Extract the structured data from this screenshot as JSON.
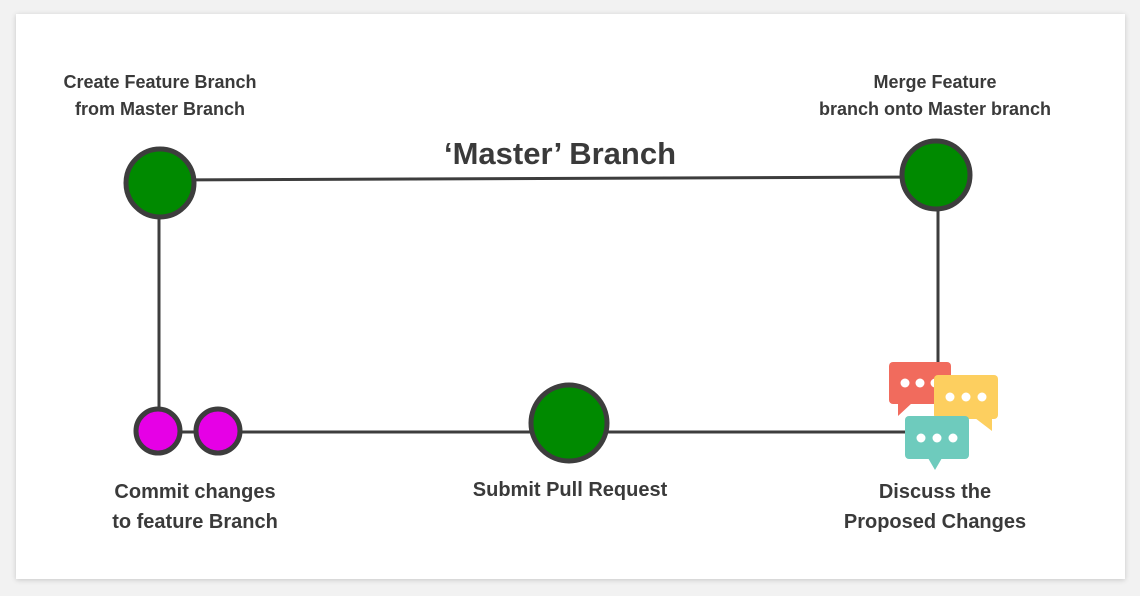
{
  "title": "‘Master’ Branch",
  "labels": {
    "create": [
      "Create Feature Branch",
      "from Master Branch"
    ],
    "merge": [
      "Merge Feature",
      "branch onto Master branch"
    ],
    "commit": [
      "Commit changes",
      "to feature Branch"
    ],
    "submit": [
      "Submit Pull Request"
    ],
    "discuss": [
      "Discuss the",
      "Proposed Changes"
    ]
  },
  "colors": {
    "node_green": "#008a00",
    "node_magenta": "#e600e6",
    "node_stroke": "#3d3d3d",
    "line": "#3d3d3d",
    "bubble_red": "#f16b5d",
    "bubble_yellow": "#fdcf5f",
    "bubble_teal": "#6ecbbd"
  },
  "icons": [
    "chat-bubbles-icon"
  ]
}
